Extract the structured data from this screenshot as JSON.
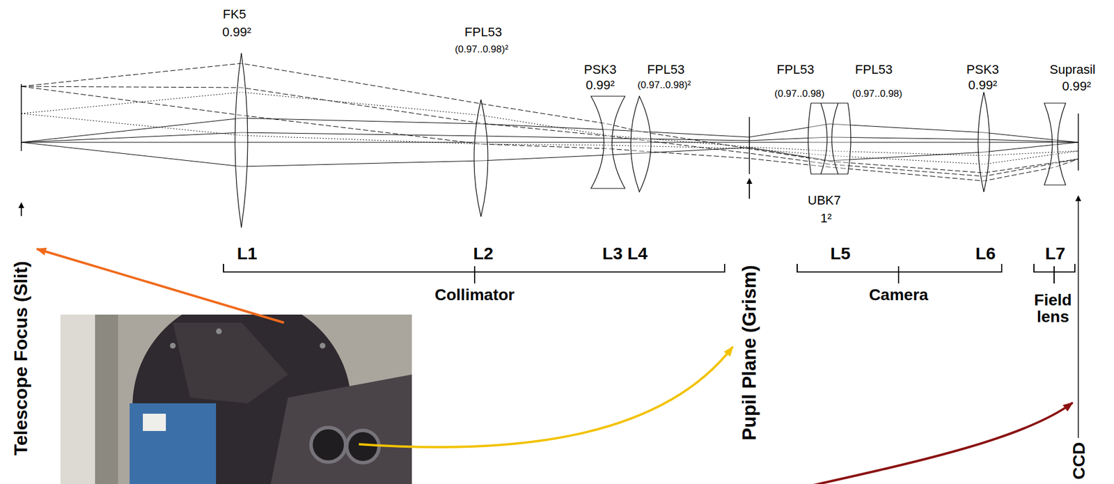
{
  "diagram": {
    "labels": [
      "FK5",
      "0.99²",
      "FPL53",
      "(0.97..0.98)²",
      "PSK3",
      "0.99²",
      "FPL53",
      "(0.97..0.98)²",
      "FPL53",
      "(0.97..0.98)",
      "FPL53",
      "(0.97..0.98)",
      "PSK3",
      "0.99²",
      "Suprasil",
      "0.99²",
      "UBK7",
      "1²",
      "L1",
      "L2",
      "L3 L4",
      "L5",
      "L6",
      "L7",
      "Collimator",
      "Camera",
      "Field lens",
      "Telescope Focus (Slit)",
      "Pupil Plane (Grism)",
      "CCD"
    ]
  }
}
